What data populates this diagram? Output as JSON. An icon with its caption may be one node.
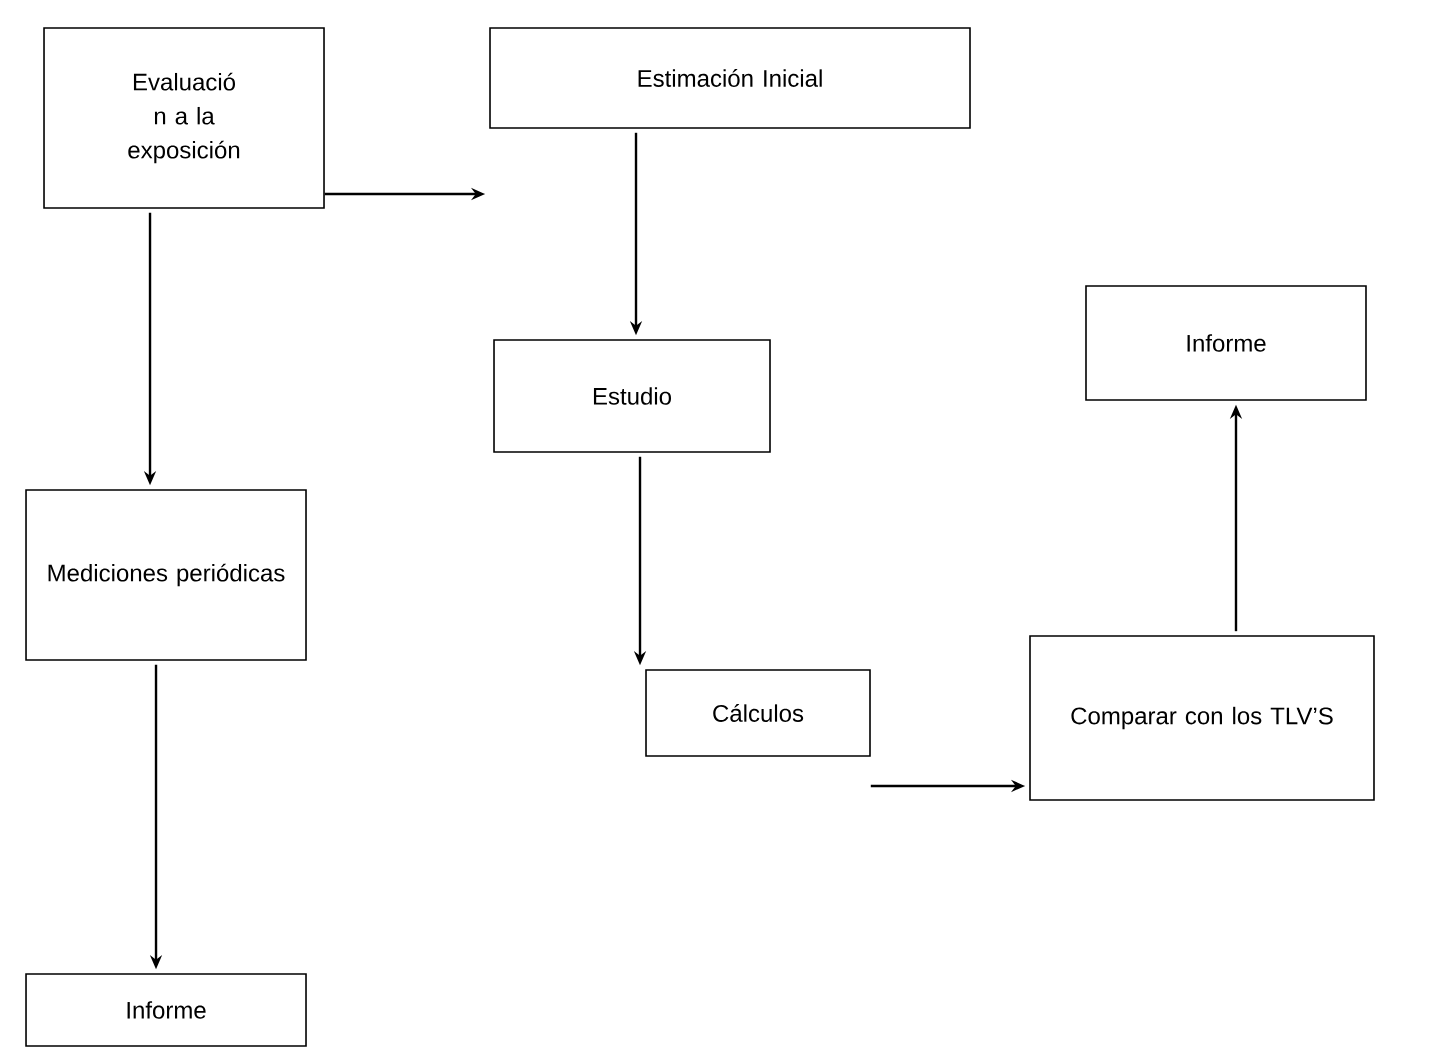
{
  "diagram": {
    "nodes": [
      {
        "text": [
          "Evaluació n a la exposición"
        ]
      },
      {
        "text": [
          "Estimación Inicial"
        ]
      },
      {
        "text": [
          "Estudio"
        ]
      },
      {
        "text": [
          "Informe"
        ]
      },
      {
        "text": [
          "Mediciones periódicas"
        ]
      },
      {
        "text": [
          "Cálculos"
        ]
      },
      {
        "text": [
          "Comparar con los TLV’S"
        ]
      },
      {
        "text": [
          "Informe"
        ]
      }
    ],
    "edges": [
      {
        "from": 0,
        "to": 1,
        "arrow": "to"
      },
      {
        "from": 1,
        "to": 2,
        "arrow": "to"
      },
      {
        "from": 0,
        "to": 4,
        "arrow": "to"
      },
      {
        "from": 2,
        "to": 5,
        "arrow": "to"
      },
      {
        "from": 4,
        "to": 7,
        "arrow": "to"
      },
      {
        "from": 5,
        "to": 6,
        "arrow": "to"
      },
      {
        "from": 6,
        "to": 3,
        "arrow": "to"
      }
    ]
  }
}
